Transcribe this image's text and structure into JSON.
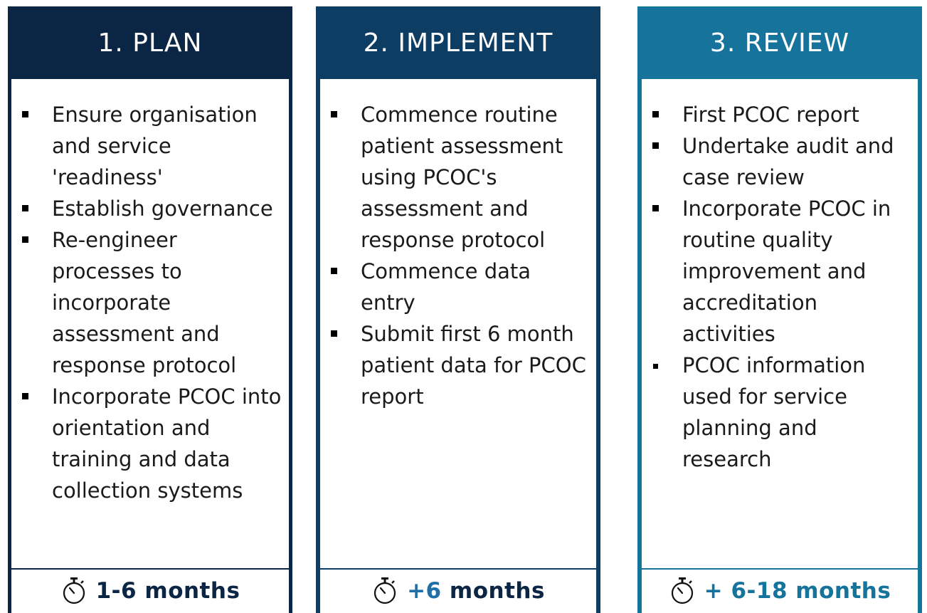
{
  "colors": {
    "plan": "#0b2545",
    "implement": "#0e3d64",
    "review": "#16749c"
  },
  "icons": {
    "timer": "stopwatch-icon",
    "bullet": "square-bullet-icon"
  },
  "panels": [
    {
      "title": "1. PLAN",
      "items": [
        "Ensure organisation and service 'readiness'",
        "Establish governance",
        "Re-engineer processes to incorporate assessment and response protocol",
        "Incorporate PCOC into orientation and training and data collection systems"
      ],
      "duration": "1-6 months"
    },
    {
      "title": "2. IMPLEMENT",
      "items": [
        "Commence routine patient assessment using PCOC's assessment and response protocol",
        "Commence data entry",
        "Submit first 6 month patient data for PCOC report"
      ],
      "duration_prefix": "+6",
      "duration_unit": " months"
    },
    {
      "title": "3. REVIEW",
      "items": [
        "First PCOC report",
        "Undertake audit and case review",
        "Incorporate PCOC in routine quality improvement and accreditation activities",
        "PCOC information used for service planning and research"
      ],
      "duration": "+ 6-18 months"
    }
  ]
}
